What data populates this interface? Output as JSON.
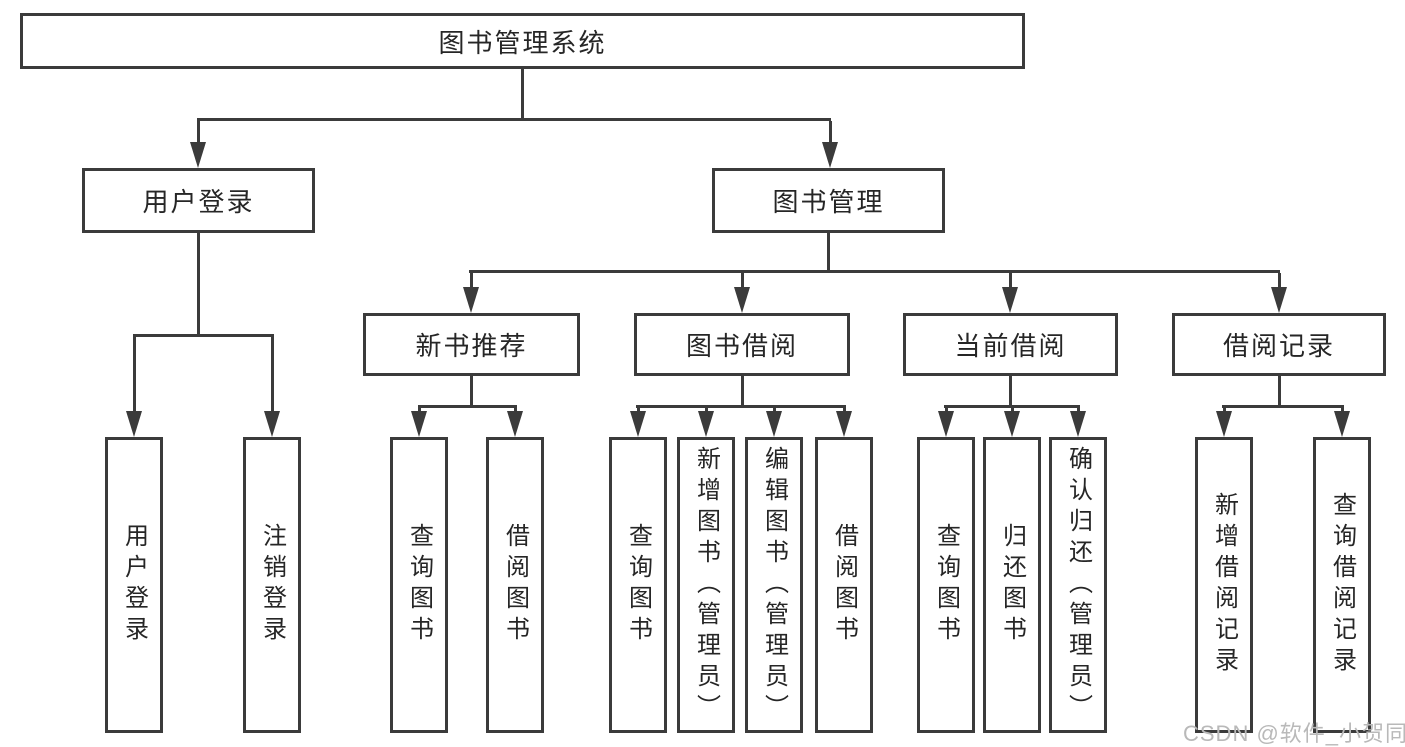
{
  "diagram": {
    "root": {
      "label": "图书管理系统"
    },
    "branches": [
      {
        "label": "用户登录",
        "children": [
          "用户登录",
          "注销登录"
        ]
      },
      {
        "label": "图书管理",
        "sections": [
          {
            "label": "新书推荐",
            "children": [
              "查询图书",
              "借阅图书"
            ]
          },
          {
            "label": "图书借阅",
            "children": [
              "查询图书",
              "新增图书（管理员）",
              "编辑图书（管理员）",
              "借阅图书"
            ]
          },
          {
            "label": "当前借阅",
            "children": [
              "查询图书",
              "归还图书",
              "确认归还（管理员）"
            ]
          },
          {
            "label": "借阅记录",
            "children": [
              "新增借阅记录",
              "查询借阅记录"
            ]
          }
        ]
      }
    ],
    "watermark": {
      "text": "CSDN @软件_小贺同学",
      "color": "#b9b9b9"
    },
    "colors": {
      "line": "#3b3b3b",
      "text": "#262626",
      "background": "#ffffff"
    }
  }
}
